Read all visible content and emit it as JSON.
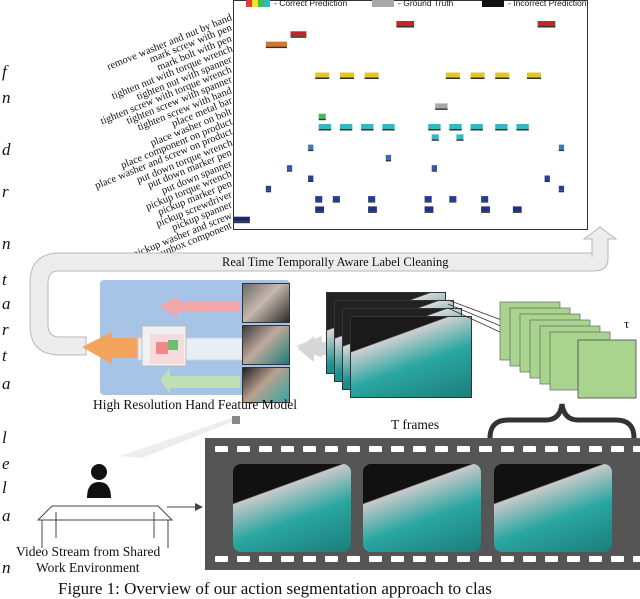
{
  "side_text": [
    "f",
    "n",
    "d",
    "r",
    "n",
    "t",
    "a",
    "r",
    "t",
    "a",
    "l",
    "e",
    "l",
    "a",
    "n"
  ],
  "legend": [
    {
      "label": "Correct Prediction",
      "colors": [
        "#e23b3b",
        "#f6e12a",
        "#3fbf5a",
        "#35b8c6"
      ]
    },
    {
      "label": "Ground Truth",
      "colors": [
        "#a8a8a8"
      ]
    },
    {
      "label": "Incorrect Prediction",
      "colors": [
        "#111111"
      ]
    }
  ],
  "chart_data": {
    "type": "timeline",
    "title": "",
    "labels": [
      "remove washer and nut by hand",
      "mark screw with pen",
      "mark bolt with pen",
      "tighten nut with torque wrench",
      "tighten nut with spanner",
      "tighten screw with torque wrench",
      "tighten screw with spanner",
      "tighten screw with hand",
      "place metal bar",
      "place washer on bolt",
      "place component on product",
      "place washer and screw on product",
      "put down torque wrench",
      "put down marker pen",
      "put down spanner",
      "pickup torque wrench",
      "pickup marker pen",
      "pickup screwdriver",
      "pickup spanner",
      "pickup washer and screw",
      "unbox component"
    ],
    "segments": [
      {
        "row": 0,
        "starts": [
          0.46,
          0.86
        ],
        "len": 0.05,
        "color": "#c0262a"
      },
      {
        "row": 1,
        "starts": [
          0.16
        ],
        "len": 0.045,
        "color": "#c0262a"
      },
      {
        "row": 2,
        "starts": [
          0.09
        ],
        "len": 0.06,
        "color": "#d9742a"
      },
      {
        "row": 5,
        "starts": [
          0.23,
          0.3,
          0.37,
          0.6,
          0.67,
          0.74,
          0.83
        ],
        "len": 0.04,
        "color": "#e3c72a"
      },
      {
        "row": 8,
        "starts": [
          0.57
        ],
        "len": 0.035,
        "color": "#a8a8a8"
      },
      {
        "row": 9,
        "starts": [
          0.24
        ],
        "len": 0.02,
        "color": "#3fbf5a"
      },
      {
        "row": 10,
        "starts": [
          0.24,
          0.3,
          0.36,
          0.42,
          0.55,
          0.61,
          0.67,
          0.74,
          0.8
        ],
        "len": 0.035,
        "color": "#35b8c6"
      },
      {
        "row": 11,
        "starts": [
          0.56,
          0.63
        ],
        "len": 0.02,
        "color": "#35b8c6"
      },
      {
        "row": 12,
        "starts": [
          0.21,
          0.92
        ],
        "len": 0.015,
        "color": "#3a7fb0"
      },
      {
        "row": 13,
        "starts": [
          0.43
        ],
        "len": 0.015,
        "color": "#3a6ab8"
      },
      {
        "row": 14,
        "starts": [
          0.15,
          0.56
        ],
        "len": 0.015,
        "color": "#3456b0"
      },
      {
        "row": 15,
        "starts": [
          0.21,
          0.88
        ],
        "len": 0.015,
        "color": "#2d3c9c"
      },
      {
        "row": 16,
        "starts": [
          0.09,
          0.92
        ],
        "len": 0.015,
        "color": "#2d3c9c"
      },
      {
        "row": 17,
        "starts": [
          0.23,
          0.28,
          0.38,
          0.54,
          0.61,
          0.7
        ],
        "len": 0.02,
        "color": "#263a9a"
      },
      {
        "row": 18,
        "starts": [
          0.23,
          0.38,
          0.54,
          0.7,
          0.79
        ],
        "len": 0.025,
        "color": "#1f2f8a"
      },
      {
        "row": 19,
        "starts": [
          0.0
        ],
        "len": 0.045,
        "color": "#1e2a6e"
      }
    ]
  },
  "cleaning_label": "Real Time Temporally Aware Label Cleaning",
  "hand_model_label": "High Resolution Hand Feature Model",
  "tframes_label": "T frames",
  "tau_label": "τ",
  "stream_label_line1": "Video Stream from Shared",
  "stream_label_line2": "Work Environment",
  "caption": "Figure 1: Overview of our action segmentation approach to clas"
}
